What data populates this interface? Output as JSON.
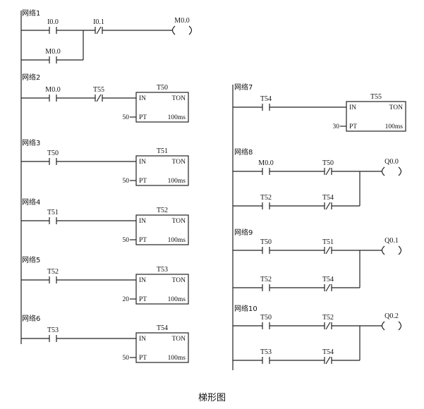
{
  "caption": "梯形图",
  "networks": [
    {
      "label": "网络1",
      "branches": [
        [
          {
            "kind": "NO",
            "name": "I0.0"
          },
          {
            "kind": "NC",
            "name": "I0.1"
          }
        ],
        [
          {
            "kind": "NO",
            "name": "M0.0"
          }
        ]
      ],
      "coil": "M0.0"
    },
    {
      "label": "网络2",
      "branches": [
        [
          {
            "kind": "NO",
            "name": "M0.0"
          },
          {
            "kind": "NC",
            "name": "T55"
          }
        ]
      ],
      "timer": {
        "name": "T50",
        "type": "TON",
        "in": "IN",
        "pt": "PT",
        "preset": "50",
        "base": "100ms"
      }
    },
    {
      "label": "网络3",
      "branches": [
        [
          {
            "kind": "NO",
            "name": "T50"
          }
        ]
      ],
      "timer": {
        "name": "T51",
        "type": "TON",
        "in": "IN",
        "pt": "PT",
        "preset": "50",
        "base": "100ms"
      }
    },
    {
      "label": "网络4",
      "branches": [
        [
          {
            "kind": "NO",
            "name": "T51"
          }
        ]
      ],
      "timer": {
        "name": "T52",
        "type": "TON",
        "in": "IN",
        "pt": "PT",
        "preset": "50",
        "base": "100ms"
      }
    },
    {
      "label": "网络5",
      "branches": [
        [
          {
            "kind": "NO",
            "name": "T52"
          }
        ]
      ],
      "timer": {
        "name": "T53",
        "type": "TON",
        "in": "IN",
        "pt": "PT",
        "preset": "20",
        "base": "100ms"
      }
    },
    {
      "label": "网络6",
      "branches": [
        [
          {
            "kind": "NO",
            "name": "T53"
          }
        ]
      ],
      "timer": {
        "name": "T54",
        "type": "TON",
        "in": "IN",
        "pt": "PT",
        "preset": "50",
        "base": "100ms"
      }
    },
    {
      "label": "网络7",
      "branches": [
        [
          {
            "kind": "NO",
            "name": "T54"
          }
        ]
      ],
      "timer": {
        "name": "T55",
        "type": "TON",
        "in": "IN",
        "pt": "PT",
        "preset": "30",
        "base": "100ms"
      }
    },
    {
      "label": "网络8",
      "branches": [
        [
          {
            "kind": "NO",
            "name": "M0.0"
          },
          {
            "kind": "NC",
            "name": "T50"
          }
        ],
        [
          {
            "kind": "NO",
            "name": "T52"
          },
          {
            "kind": "NC",
            "name": "T54"
          }
        ]
      ],
      "coil": "Q0.0"
    },
    {
      "label": "网络9",
      "branches": [
        [
          {
            "kind": "NO",
            "name": "T50"
          },
          {
            "kind": "NC",
            "name": "T51"
          }
        ],
        [
          {
            "kind": "NO",
            "name": "T52"
          },
          {
            "kind": "NC",
            "name": "T54"
          }
        ]
      ],
      "coil": "Q0.1"
    },
    {
      "label": "网络10",
      "branches": [
        [
          {
            "kind": "NO",
            "name": "T50"
          },
          {
            "kind": "NC",
            "name": "T52"
          }
        ],
        [
          {
            "kind": "NO",
            "name": "T53"
          },
          {
            "kind": "NC",
            "name": "T54"
          }
        ]
      ],
      "coil": "Q0.2"
    }
  ]
}
